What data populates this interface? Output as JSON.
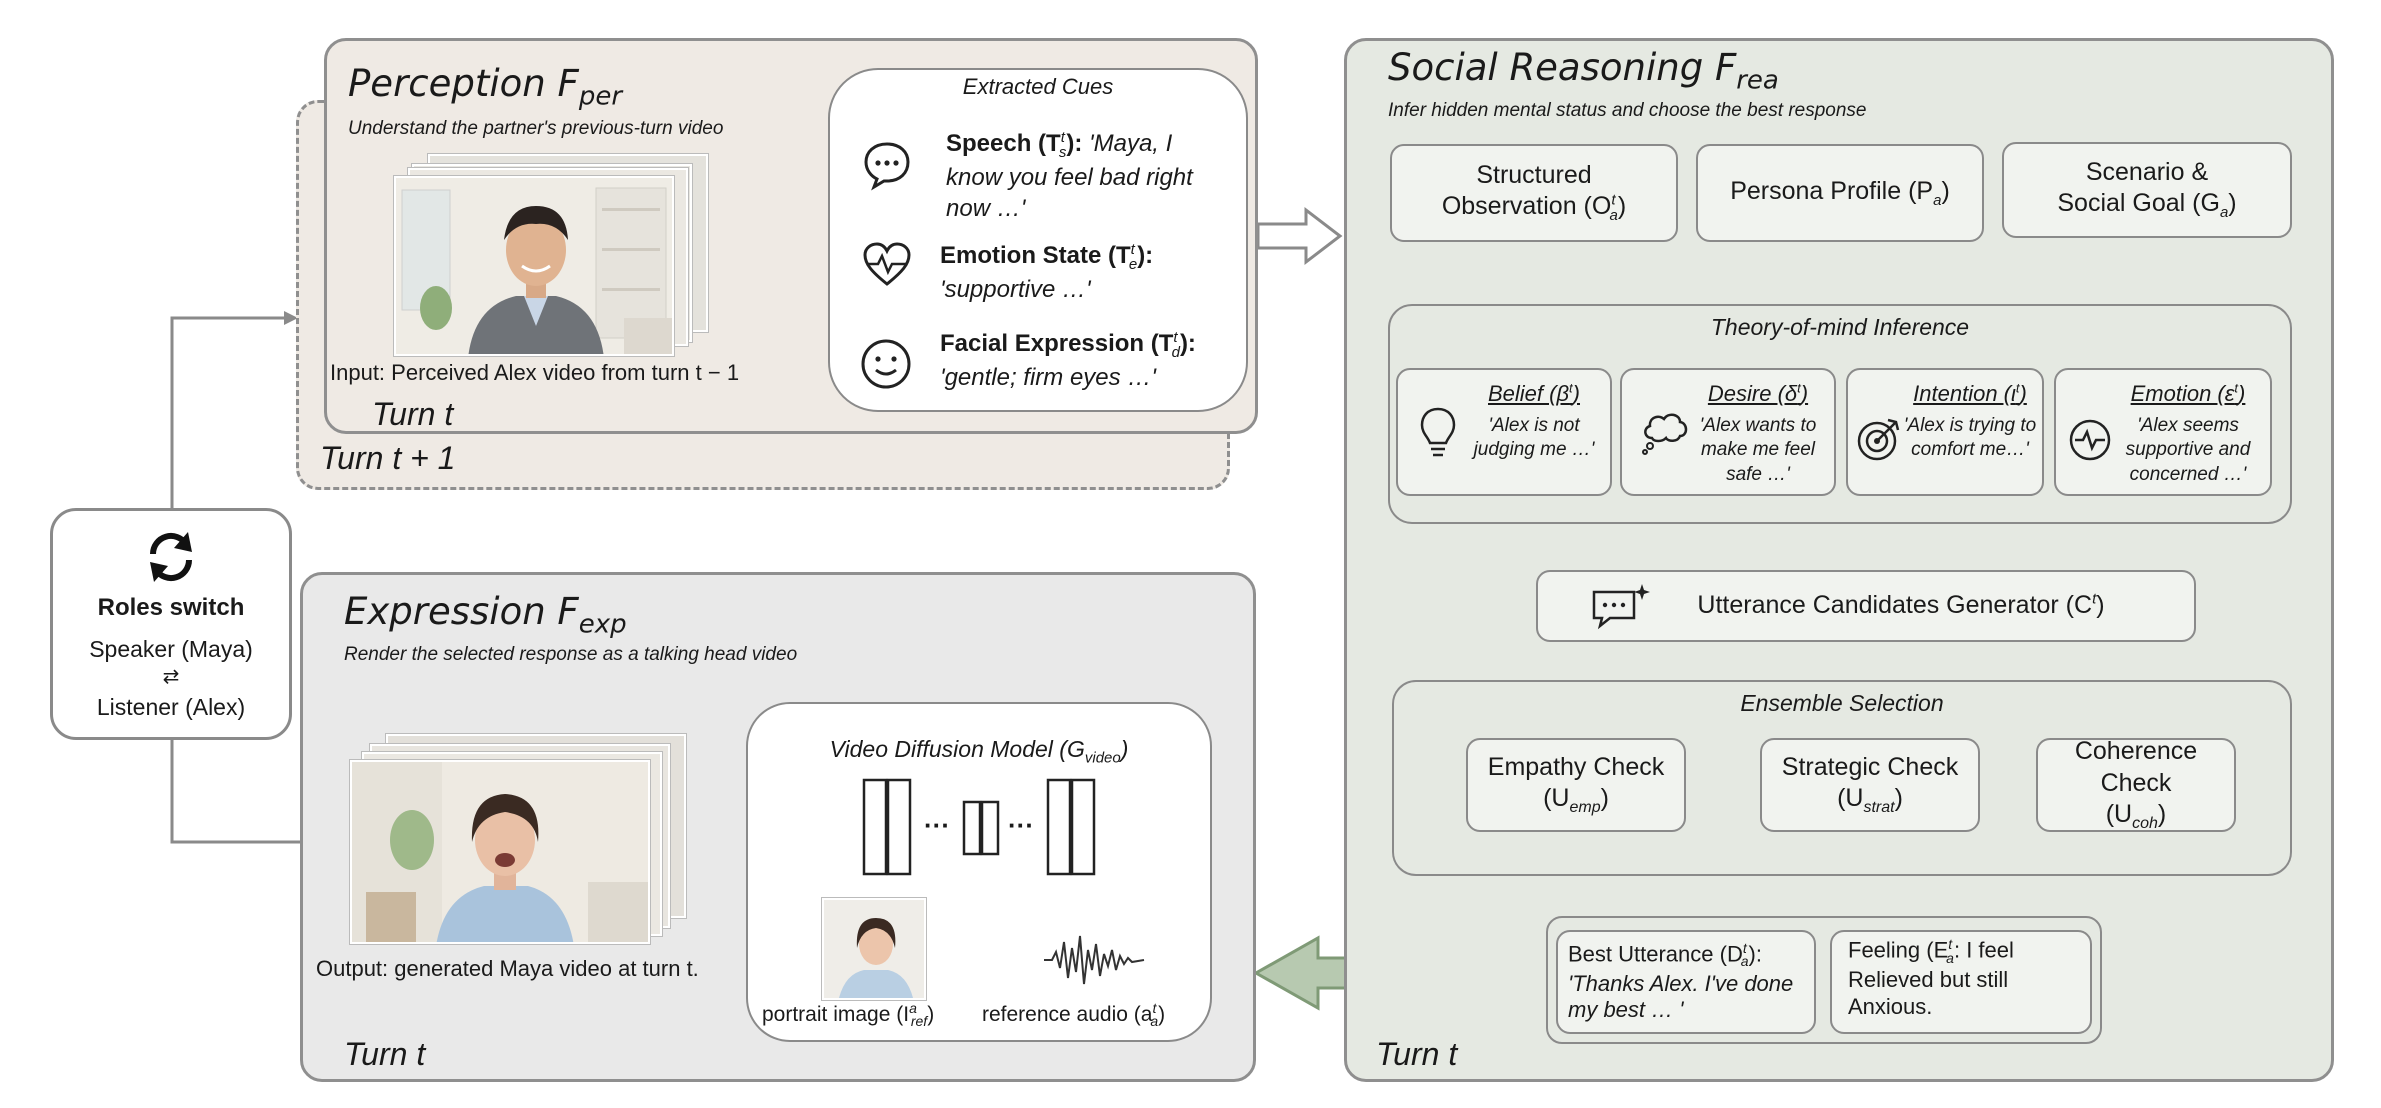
{
  "perception": {
    "title": "Perception F",
    "title_sub": "per",
    "subtitle": "Understand the partner's previous-turn video",
    "input_label": "Input: Perceived Alex video from turn t − 1",
    "turn_front": "Turn t",
    "turn_back": "Turn t + 1",
    "cues": {
      "title": "Extracted Cues",
      "speech_label": "Speech (T",
      "speech_sup": "t",
      "speech_sub": "s",
      "speech_text": "'Maya, I know you feel bad right now …'",
      "emotion_label": "Emotion State (T",
      "emotion_sup": "t",
      "emotion_sub": "e",
      "emotion_text": "'supportive …'",
      "facial_label": "Facial Expression (T",
      "facial_sup": "t",
      "facial_sub": "d",
      "facial_text": "'gentle; firm eyes …'"
    }
  },
  "roles": {
    "title": "Roles switch",
    "speaker": "Speaker (Maya)",
    "swap": "⇄",
    "listener": "Listener (Alex)"
  },
  "expression": {
    "title": "Expression F",
    "title_sub": "exp",
    "subtitle": "Render the selected response as a talking head video",
    "output_label": "Output: generated Maya video at turn t.",
    "turn": "Turn t",
    "model_label": "Video Diffusion Model (G",
    "model_sub": "video",
    "dots": "···",
    "portrait_label": "portrait image (I",
    "portrait_sup": "a",
    "portrait_sub": "ref",
    "audio_label": "reference audio (a",
    "audio_sup": "t",
    "audio_sub": "a"
  },
  "reasoning": {
    "title": "Social Reasoning F",
    "title_sub": "rea",
    "subtitle": "Infer hidden mental status and choose the best response",
    "obs_line1": "Structured",
    "obs_line2": "Observation (O",
    "obs_sup": "t",
    "obs_sub": "a",
    "persona": "Persona Profile (P",
    "persona_sub": "a",
    "scenario_line1": "Scenario &",
    "scenario_line2": "Social Goal (G",
    "scenario_sub": "a",
    "tom_title": "Theory-of-mind Inference",
    "tom": [
      {
        "label": "Belief (β",
        "sup": "t",
        "text": "'Alex is not judging me …'"
      },
      {
        "label": "Desire (δ",
        "sup": "t",
        "text": "'Alex wants to make me feel safe …'"
      },
      {
        "label": "Intention (ι",
        "sup": "t",
        "text": "'Alex is trying to comfort me…'"
      },
      {
        "label": "Emotion (ε",
        "sup": "t",
        "text": "'Alex seems supportive and concerned …'"
      }
    ],
    "generator": "Utterance Candidates Generator (C",
    "generator_sup": "t",
    "ensemble_title": "Ensemble Selection",
    "checks": [
      {
        "label": "Empathy Check",
        "var": "(U",
        "sub": "emp"
      },
      {
        "label": "Strategic Check",
        "var": "(U",
        "sub": "strat"
      },
      {
        "label": "Coherence Check",
        "var": "(U",
        "sub": "coh"
      }
    ],
    "best_label": "Best Utterance (D",
    "best_sup": "t",
    "best_sub": "a",
    "best_text": "'Thanks Alex. I've done my best … '",
    "feeling_label": "Feeling (E",
    "feeling_sup": "t",
    "feeling_sub": "a",
    "feeling_text": ": I feel Relieved but still Anxious.",
    "turn": "Turn t"
  }
}
